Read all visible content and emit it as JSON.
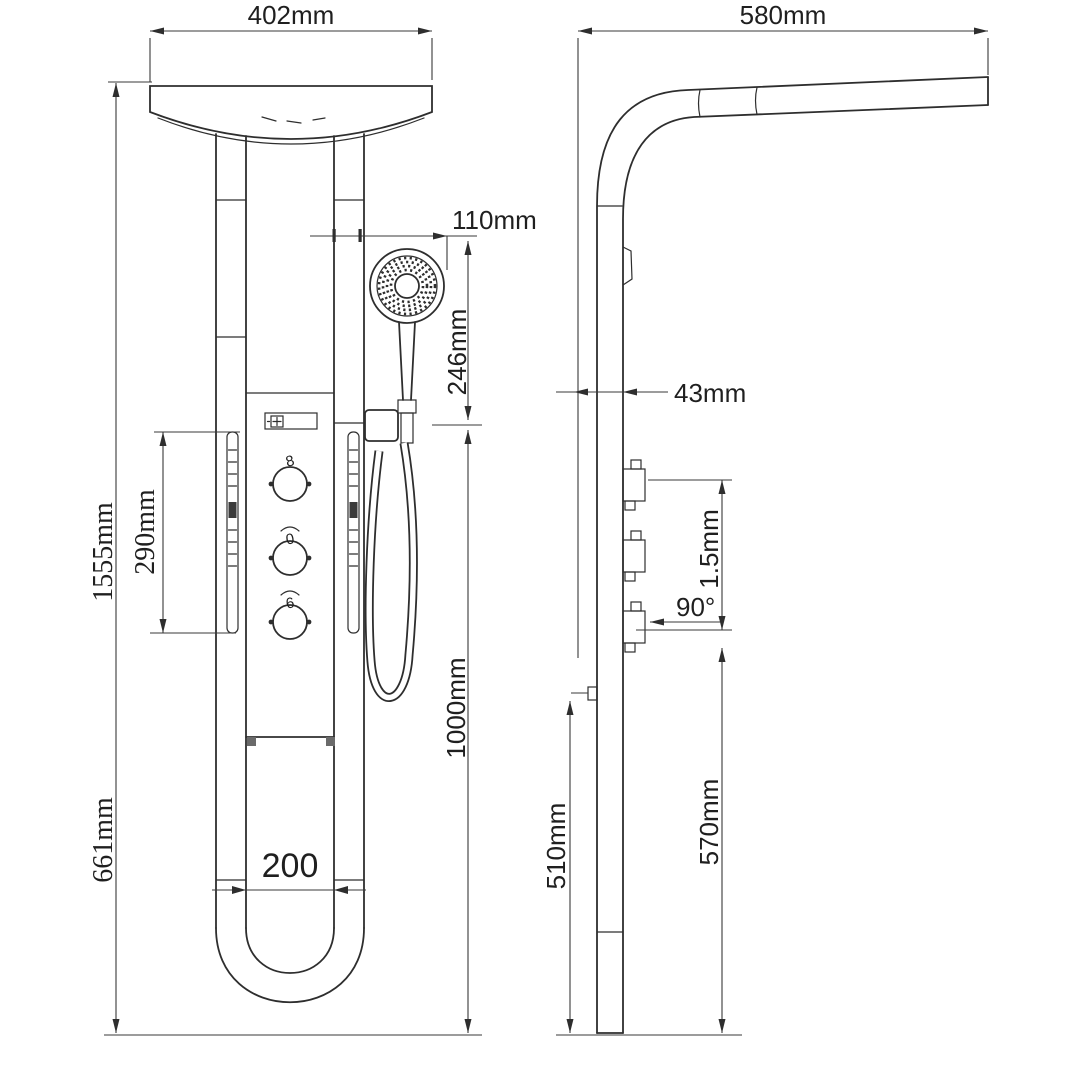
{
  "colors": {
    "line": "#2e2e2e",
    "background": "#ffffff"
  },
  "front_view": {
    "head_width": "402mm",
    "total_height": "1555mm",
    "base_height": "661mm",
    "jet_panel_height": "290mm",
    "hand_shower_offset": "110mm",
    "hand_shower_drop": "246mm",
    "lower_height": "1000mm",
    "base_width": "200",
    "knob_marks": [
      "8",
      "0",
      "6"
    ]
  },
  "side_view": {
    "arm_reach": "580mm",
    "panel_depth": "43mm",
    "knob_angle": "90°",
    "knob_span": "1.5mm",
    "front_height": "570mm",
    "back_height": "510mm"
  }
}
